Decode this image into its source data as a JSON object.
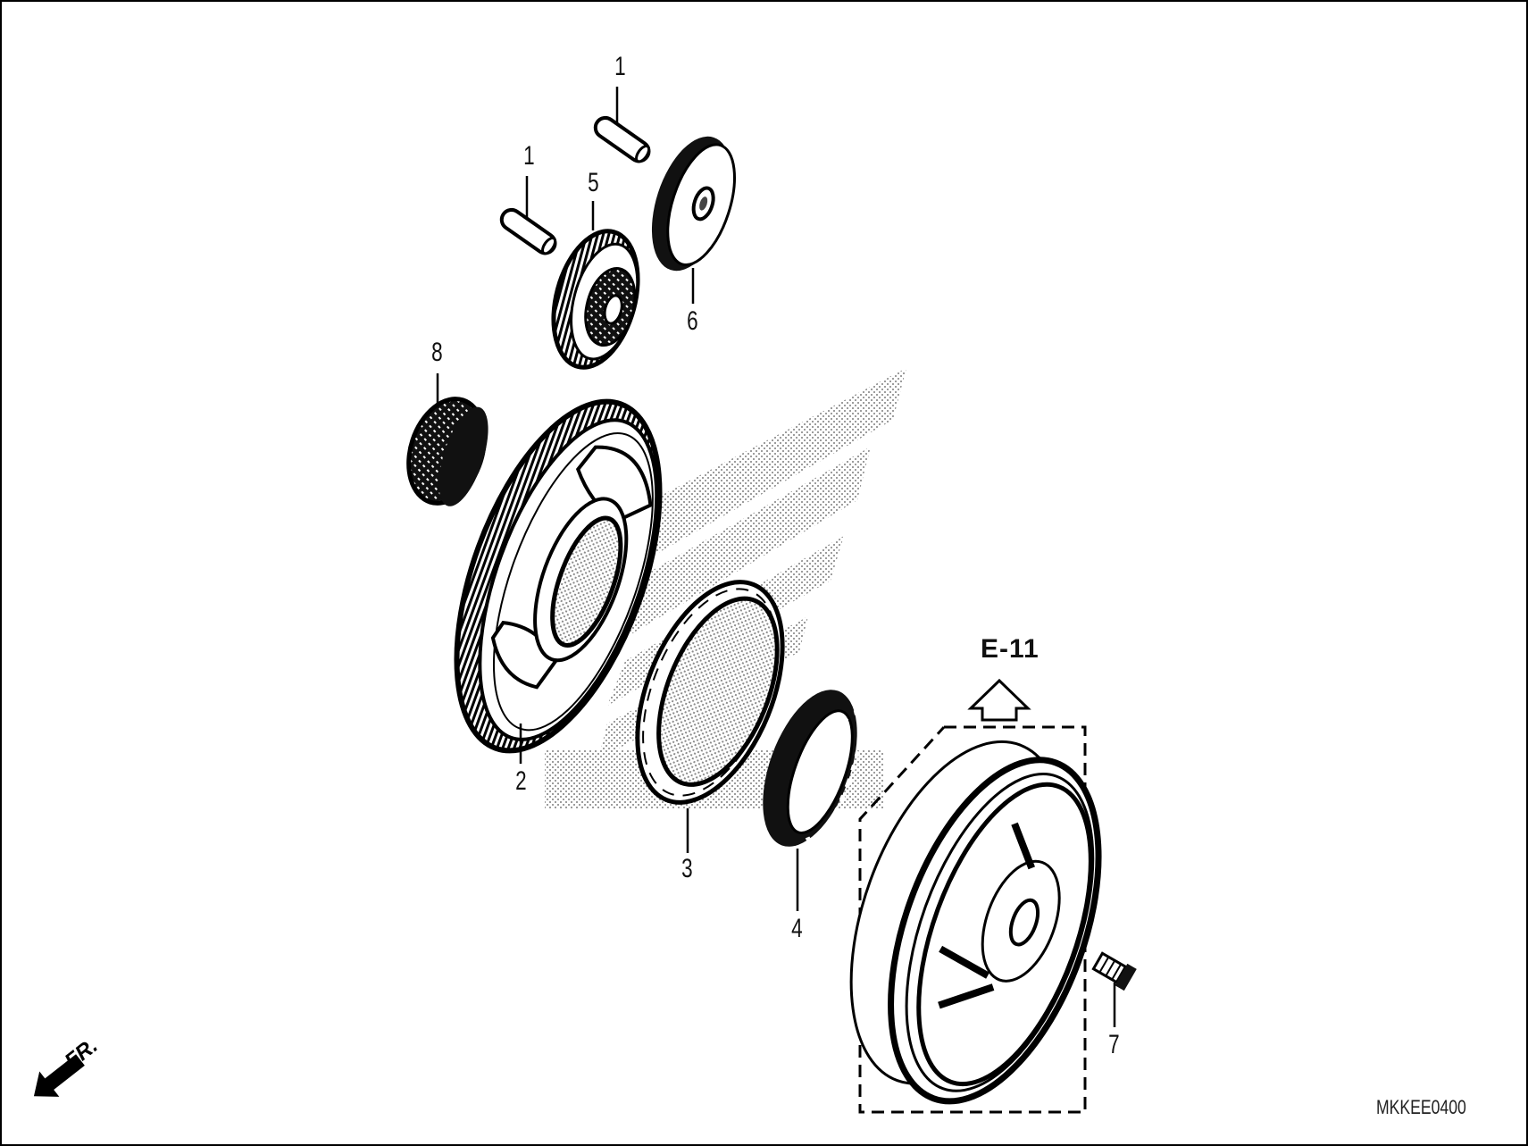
{
  "diagram": {
    "type": "exploded-parts-diagram",
    "subject": "starter clutch / starter gear assembly",
    "part_code": "MKKEE0400",
    "reference": {
      "label": "E-11",
      "arrow": "up-arrow"
    },
    "direction_indicator": {
      "label": "FR.",
      "icon": "front-arrow-icon"
    },
    "callouts": [
      {
        "id": "c1a",
        "number": "1",
        "part": "dowel pin (upper)"
      },
      {
        "id": "c1b",
        "number": "1",
        "part": "dowel pin (lower)"
      },
      {
        "id": "c2",
        "number": "2",
        "part": "starter driven gear"
      },
      {
        "id": "c3",
        "number": "3",
        "part": "one-way clutch cage"
      },
      {
        "id": "c4",
        "number": "4",
        "part": "needle bearing ring"
      },
      {
        "id": "c5",
        "number": "5",
        "part": "starter reduction gear"
      },
      {
        "id": "c6",
        "number": "6",
        "part": "idle gear washer"
      },
      {
        "id": "c7",
        "number": "7",
        "part": "bolt"
      },
      {
        "id": "c8",
        "number": "8",
        "part": "needle bearing"
      }
    ],
    "assembly_box": "dashed boundary around flywheel/clutch outer (ref E-11)",
    "colors": {
      "line": "#000000",
      "background": "#ffffff",
      "watermark_halftone": "#9a9a9a"
    }
  }
}
